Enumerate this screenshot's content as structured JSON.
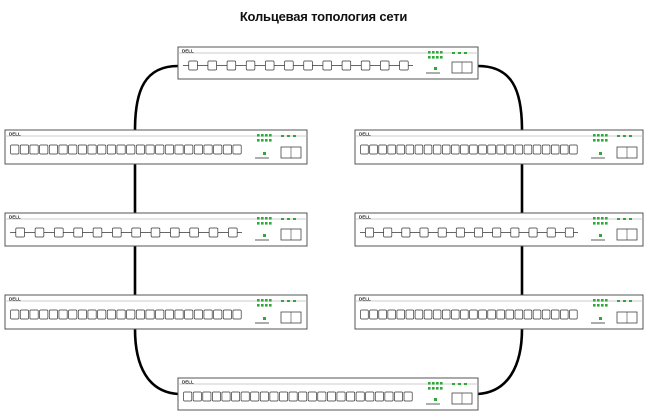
{
  "diagram": {
    "title": "Кольцевая топология сети",
    "brand": "DELL",
    "colors": {
      "cable": "#000000",
      "chassis_stroke": "#555555",
      "port_stroke": "#333333",
      "led": "#2fa83a",
      "background": "#ffffff"
    },
    "nodes": [
      {
        "id": "switch-top",
        "port_style": "sparse"
      },
      {
        "id": "switch-left-1",
        "port_style": "dense"
      },
      {
        "id": "switch-right-1",
        "port_style": "dense"
      },
      {
        "id": "switch-left-2",
        "port_style": "sparse"
      },
      {
        "id": "switch-right-2",
        "port_style": "sparse"
      },
      {
        "id": "switch-left-3",
        "port_style": "dense"
      },
      {
        "id": "switch-right-3",
        "port_style": "dense"
      },
      {
        "id": "switch-bottom",
        "port_style": "dense"
      }
    ],
    "links": [
      [
        "switch-top",
        "switch-left-1"
      ],
      [
        "switch-top",
        "switch-right-1"
      ],
      [
        "switch-left-1",
        "switch-left-2"
      ],
      [
        "switch-left-2",
        "switch-left-3"
      ],
      [
        "switch-right-1",
        "switch-right-2"
      ],
      [
        "switch-right-2",
        "switch-right-3"
      ],
      [
        "switch-left-3",
        "switch-bottom"
      ],
      [
        "switch-right-3",
        "switch-bottom"
      ]
    ]
  }
}
